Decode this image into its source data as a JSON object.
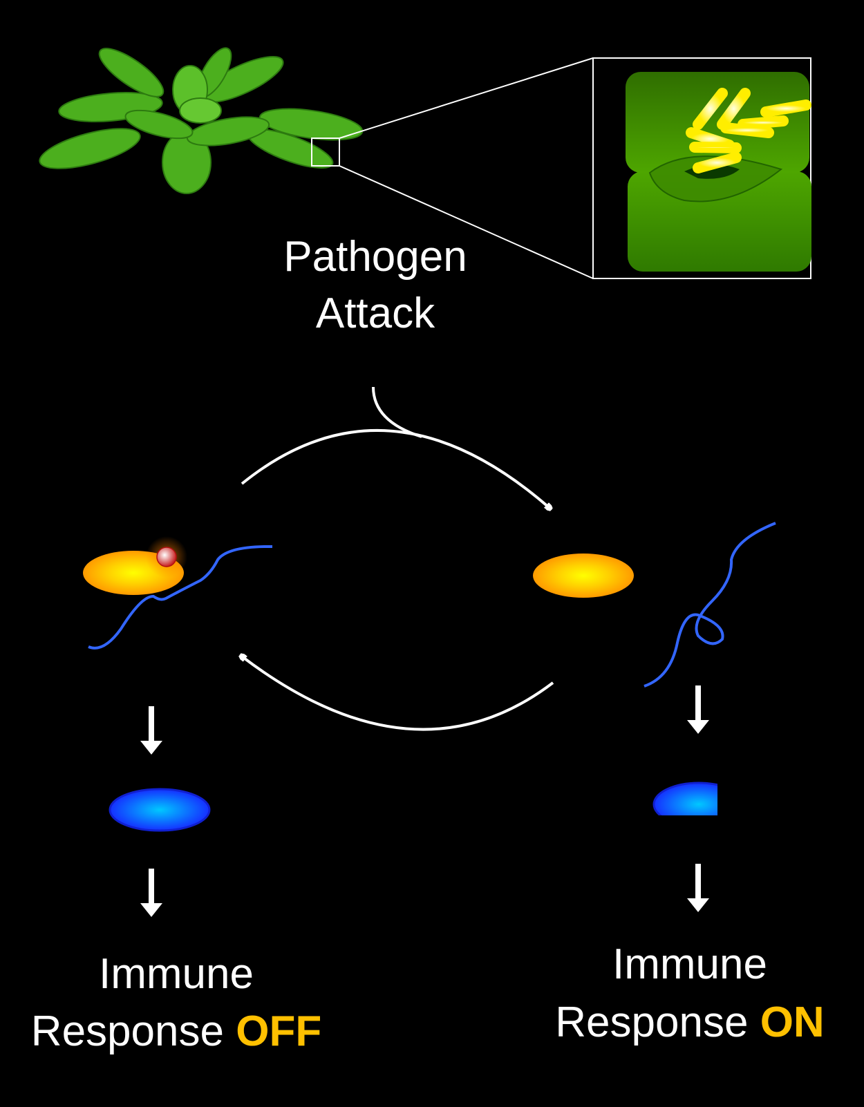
{
  "title": "Pathogen Attack",
  "labels": {
    "pathogen_line1": "Pathogen",
    "pathogen_line2": "Attack",
    "left_line1": "Immune",
    "left_line2": "Response ",
    "left_state": "OFF",
    "right_line1": "Immune",
    "right_line2": "Response ",
    "right_state": "ON"
  },
  "colors": {
    "background": "#000000",
    "highlight": "#FFC000",
    "leaf": "#4CAF1E",
    "protein_orange": "#FFA500",
    "chain_blue": "#3366FF",
    "nucleus_blue": "#1E3CFF"
  },
  "icons": [
    "plant-rosette",
    "stomata-inset",
    "bacteria",
    "cycle-arrows",
    "down-arrow"
  ]
}
